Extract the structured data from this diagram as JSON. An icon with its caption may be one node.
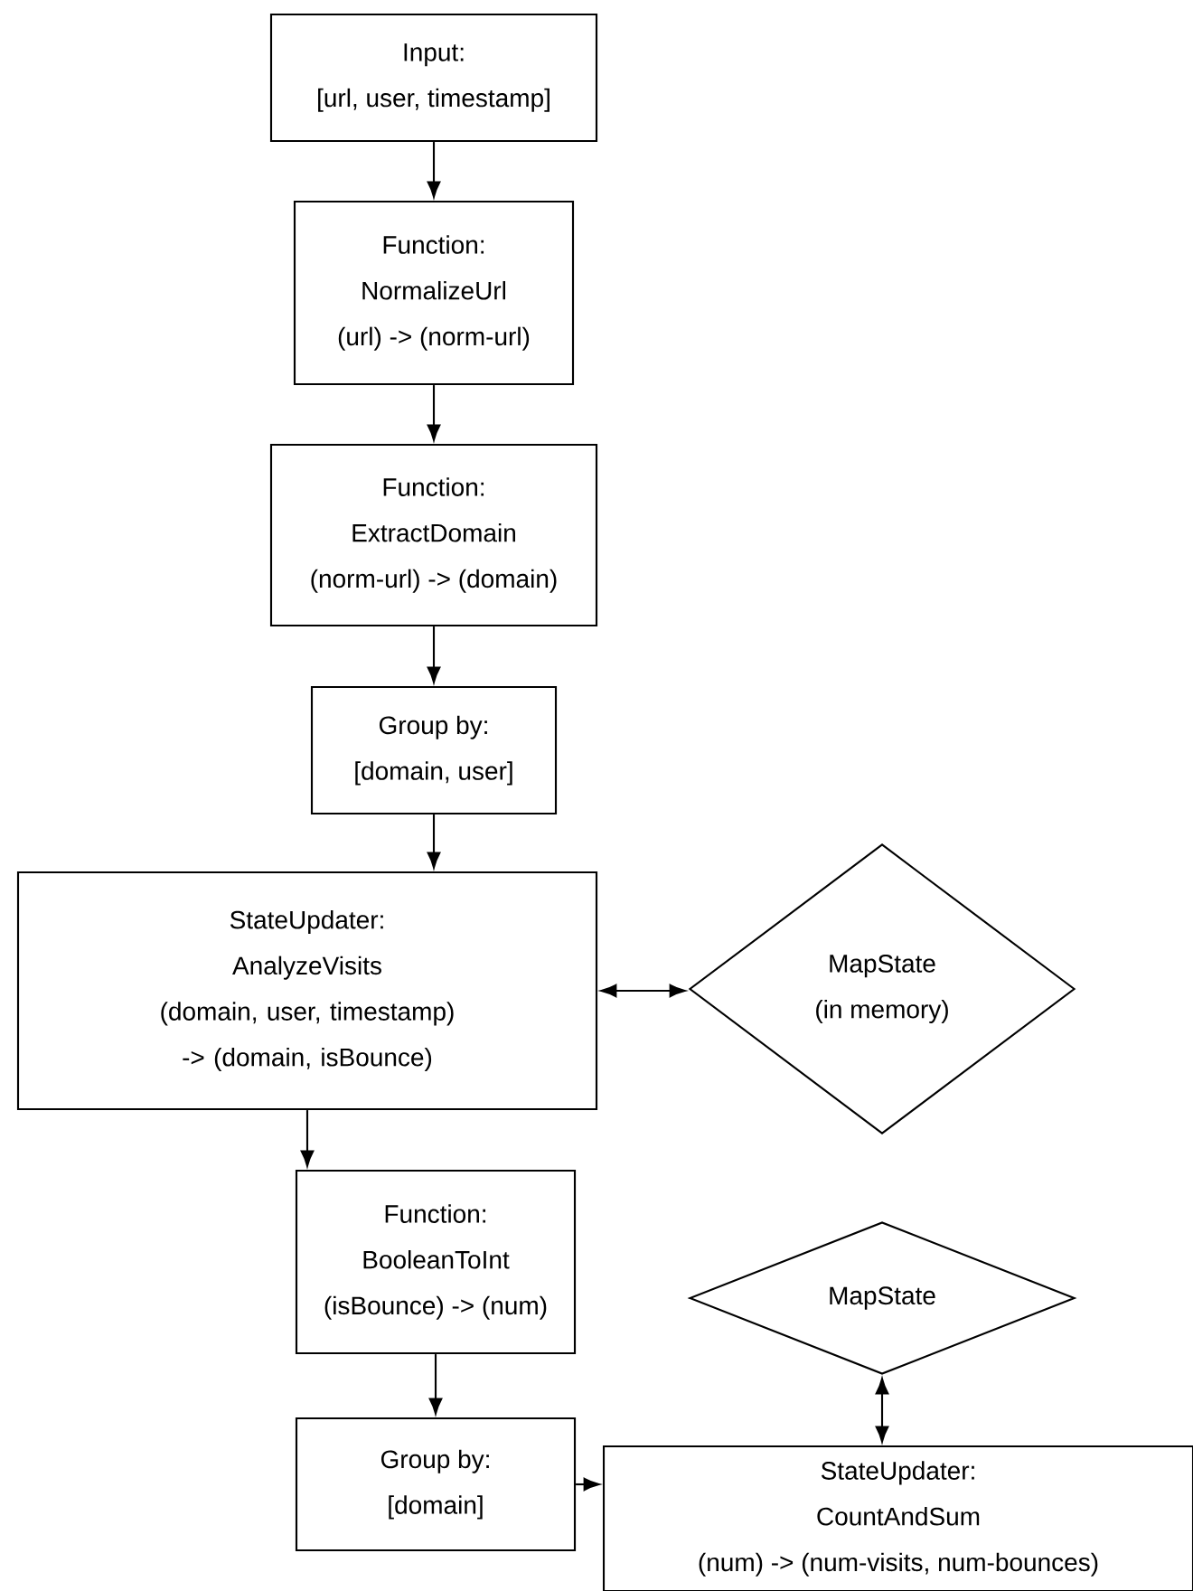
{
  "diagram": {
    "nodes": [
      {
        "text": [
          "Input:",
          "[url, user, timestamp]"
        ]
      },
      {
        "text": [
          "Function:",
          "NormalizeUrl",
          "(url) -> (norm-url)"
        ]
      },
      {
        "text": [
          "Function:",
          "ExtractDomain",
          "(norm-url) -> (domain)"
        ]
      },
      {
        "text": [
          "Group by:",
          "[domain, user]"
        ]
      },
      {
        "text": [
          "StateUpdater:",
          "AnalyzeVisits",
          "(domain, user, timestamp) -> (domain, isBounce)"
        ]
      },
      {
        "text": [
          "MapState",
          "(in memory)"
        ]
      },
      {
        "text": [
          "Function:",
          "BooleanToInt",
          "(isBounce) -> (num)"
        ]
      },
      {
        "text": [
          "MapState"
        ]
      },
      {
        "text": [
          "Group by:",
          "[domain]"
        ]
      },
      {
        "text": [
          "StateUpdater:",
          "CountAndSum",
          "(num) -> (num-visits, num-bounces)"
        ]
      }
    ],
    "edges": [
      {
        "from": 0,
        "to": 1,
        "arrow": "to"
      },
      {
        "from": 1,
        "to": 2,
        "arrow": "to"
      },
      {
        "from": 2,
        "to": 3,
        "arrow": "to"
      },
      {
        "from": 3,
        "to": 4,
        "arrow": "to"
      },
      {
        "from": 4,
        "to": 5,
        "arrow": "both"
      },
      {
        "from": 4,
        "to": 6,
        "arrow": "to"
      },
      {
        "from": 6,
        "to": 8,
        "arrow": "to"
      },
      {
        "from": 8,
        "to": 9,
        "arrow": "to"
      },
      {
        "from": 7,
        "to": 9,
        "arrow": "both"
      }
    ]
  }
}
